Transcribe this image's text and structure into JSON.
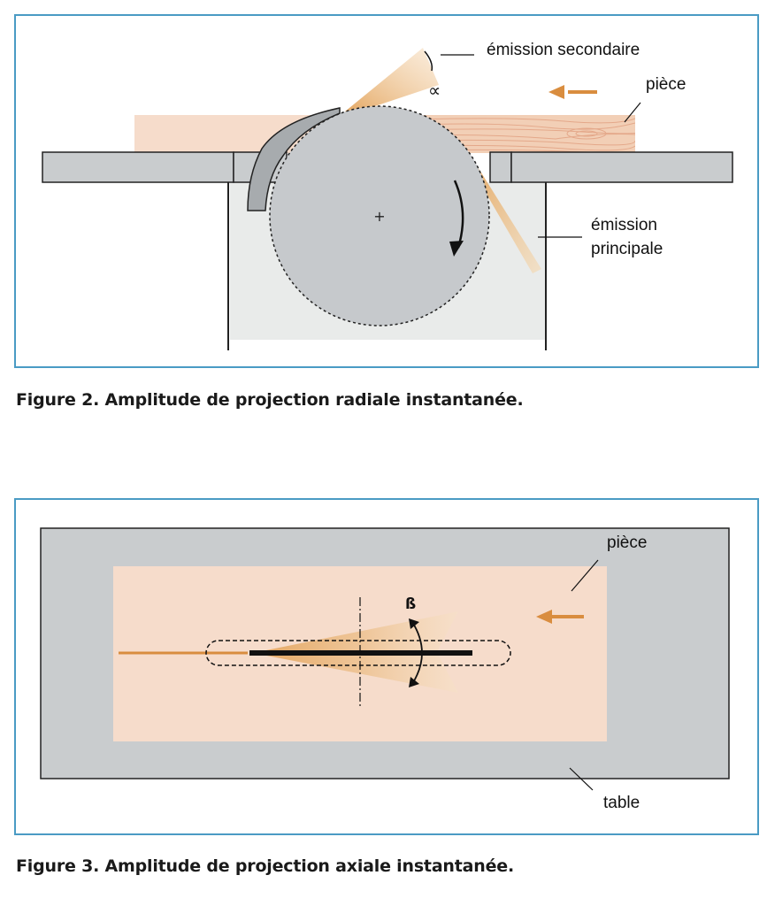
{
  "figure2": {
    "caption": "Figure 2. Amplitude de projection radiale instantanée.",
    "labels": {
      "secondary_emission": "émission secondaire",
      "alpha": "∝",
      "workpiece": "pièce",
      "main_emission_line1": "émission",
      "main_emission_line2": "principale"
    }
  },
  "figure3": {
    "caption": "Figure 3. Amplitude de projection axiale instantanée.",
    "labels": {
      "workpiece": "pièce",
      "beta": "ß",
      "table": "table"
    }
  },
  "colors": {
    "frame_border": "#4a9bc4",
    "table_gray": "#c9ccce",
    "blade_gray": "#c6c9cc",
    "workpiece_pink": "#f6dccb",
    "spray_orange": "#e3a35a",
    "arrow_orange": "#d98d3f"
  }
}
